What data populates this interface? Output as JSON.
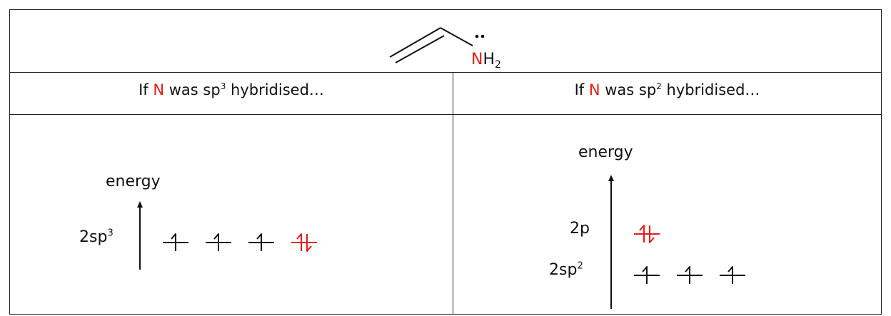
{
  "molecule": {
    "atom_symbol": "N",
    "h_symbol": "H",
    "h_subscript": "2",
    "atom_color": "#e41b17"
  },
  "headers": {
    "left": {
      "prefix": "If ",
      "atom": "N",
      "middle": " was sp",
      "sup": "3",
      "suffix": " hybridised…"
    },
    "right": {
      "prefix": "If ",
      "atom": "N",
      "middle": " was sp",
      "sup": "2",
      "suffix": " hybridised…"
    }
  },
  "left_diagram": {
    "axis_label": "energy",
    "level_label": "2sp",
    "level_sup": "3",
    "orbitals": [
      {
        "electrons": 1,
        "color": "#111111"
      },
      {
        "electrons": 1,
        "color": "#111111"
      },
      {
        "electrons": 1,
        "color": "#111111"
      },
      {
        "electrons": 2,
        "color": "#e41b17"
      }
    ]
  },
  "right_diagram": {
    "axis_label": "energy",
    "upper_label": "2p",
    "lower_label": "2sp",
    "lower_sup": "2",
    "upper_orbitals": [
      {
        "electrons": 2,
        "color": "#e41b17"
      }
    ],
    "lower_orbitals": [
      {
        "electrons": 1,
        "color": "#111111"
      },
      {
        "electrons": 1,
        "color": "#111111"
      },
      {
        "electrons": 1,
        "color": "#111111"
      }
    ]
  }
}
